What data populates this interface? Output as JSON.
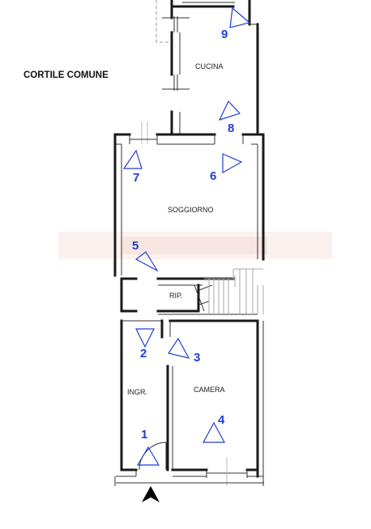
{
  "areas": {
    "courtyard": "CORTILE COMUNE"
  },
  "rooms": {
    "kitchen": "CUCINA",
    "living": "SOGGIORNO",
    "storage": "RIP.",
    "entrance": "INGR.",
    "bedroom": "CAMERA"
  },
  "viewpoints": [
    "1",
    "2",
    "3",
    "4",
    "5",
    "6",
    "7",
    "8",
    "9"
  ],
  "colors": {
    "walls": "#1a1a1a",
    "markers": "#1f3fd6",
    "watermark": "#f3d7d2"
  },
  "icons": {
    "entrance": "north-arrow-icon"
  }
}
